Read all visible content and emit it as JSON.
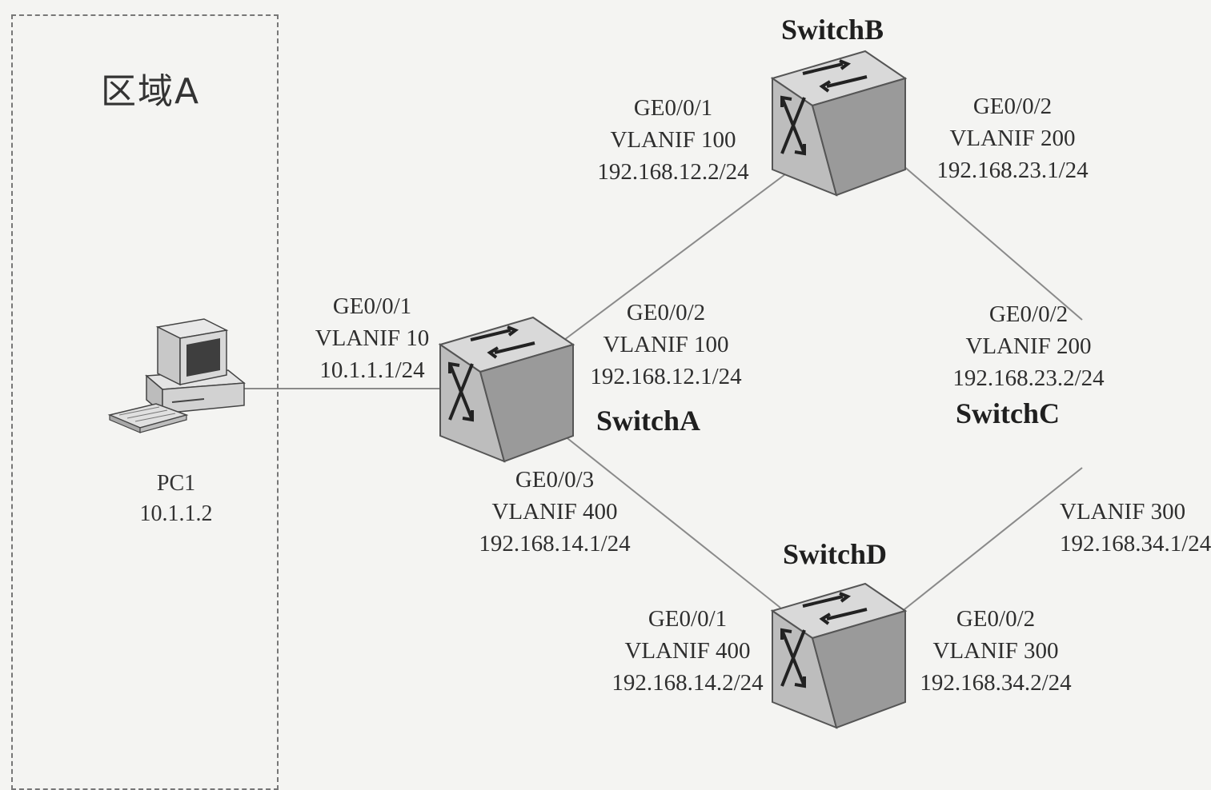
{
  "zone": {
    "title": "区域A"
  },
  "pc1": {
    "name": "PC1",
    "ip": "10.1.1.2"
  },
  "switches": {
    "a": {
      "name": "SwitchA"
    },
    "b": {
      "name": "SwitchB"
    },
    "c": {
      "name": "SwitchC"
    },
    "d": {
      "name": "SwitchD"
    }
  },
  "ports": {
    "a_ge1": {
      "port": "GE0/0/1",
      "vlanif": "VLANIF 10",
      "ip": "10.1.1.1/24"
    },
    "a_ge2": {
      "port": "GE0/0/2",
      "vlanif": "VLANIF 100",
      "ip": "192.168.12.1/24"
    },
    "a_ge3": {
      "port": "GE0/0/3",
      "vlanif": "VLANIF 400",
      "ip": "192.168.14.1/24"
    },
    "b_ge1": {
      "port": "GE0/0/1",
      "vlanif": "VLANIF 100",
      "ip": "192.168.12.2/24"
    },
    "b_ge2": {
      "port": "GE0/0/2",
      "vlanif": "VLANIF 200",
      "ip": "192.168.23.1/24"
    },
    "c_ge2": {
      "port": "GE0/0/2",
      "vlanif": "VLANIF 200",
      "ip": "192.168.23.2/24"
    },
    "c_ge1": {
      "port": "",
      "vlanif": "VLANIF 300",
      "ip": "192.168.34.1/24"
    },
    "d_ge1": {
      "port": "GE0/0/1",
      "vlanif": "VLANIF 400",
      "ip": "192.168.14.2/24"
    },
    "d_ge2": {
      "port": "GE0/0/2",
      "vlanif": "VLANIF 300",
      "ip": "192.168.34.2/24"
    }
  },
  "colors": {
    "line": "#8a8a8a",
    "switch_face": "#bdbdbd",
    "switch_top": "#d9d9d9",
    "switch_side": "#9a9a9a"
  }
}
